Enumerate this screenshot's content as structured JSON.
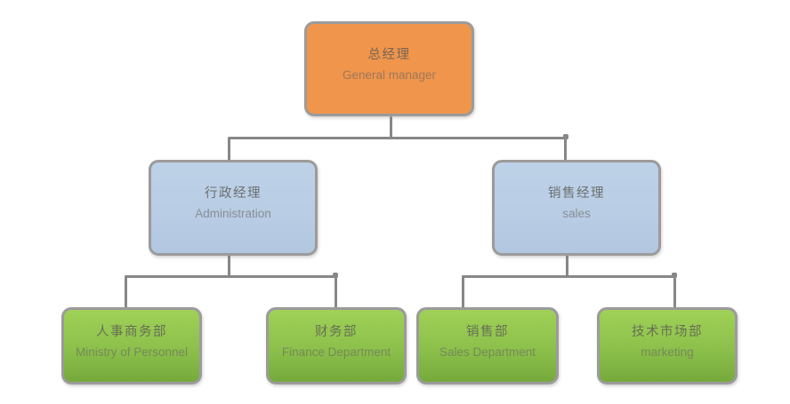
{
  "org_chart": {
    "type": "org-chart",
    "root": {
      "label_zh": "总经理",
      "label_en": "General manager"
    },
    "level2": [
      {
        "label_zh": "行政经理",
        "label_en": "Administration"
      },
      {
        "label_zh": "销售经理",
        "label_en": "sales"
      }
    ],
    "level3": [
      {
        "label_zh": "人事商务部",
        "label_en": "Ministry of Personnel"
      },
      {
        "label_zh": "财务部",
        "label_en": "Finance Department"
      },
      {
        "label_zh": "销售部",
        "label_en": "Sales Department"
      },
      {
        "label_zh": "技术市场部",
        "label_en": "marketing"
      }
    ],
    "colors": {
      "root_fill": "#f0954c",
      "manager_fill": "#b8cce4",
      "department_fill_top": "#a0d158",
      "department_fill_bottom": "#76a93c",
      "node_border": "#9b9b9b",
      "connector": "#878787",
      "text_primary": "#5c5a56",
      "text_secondary": "#686560"
    }
  }
}
